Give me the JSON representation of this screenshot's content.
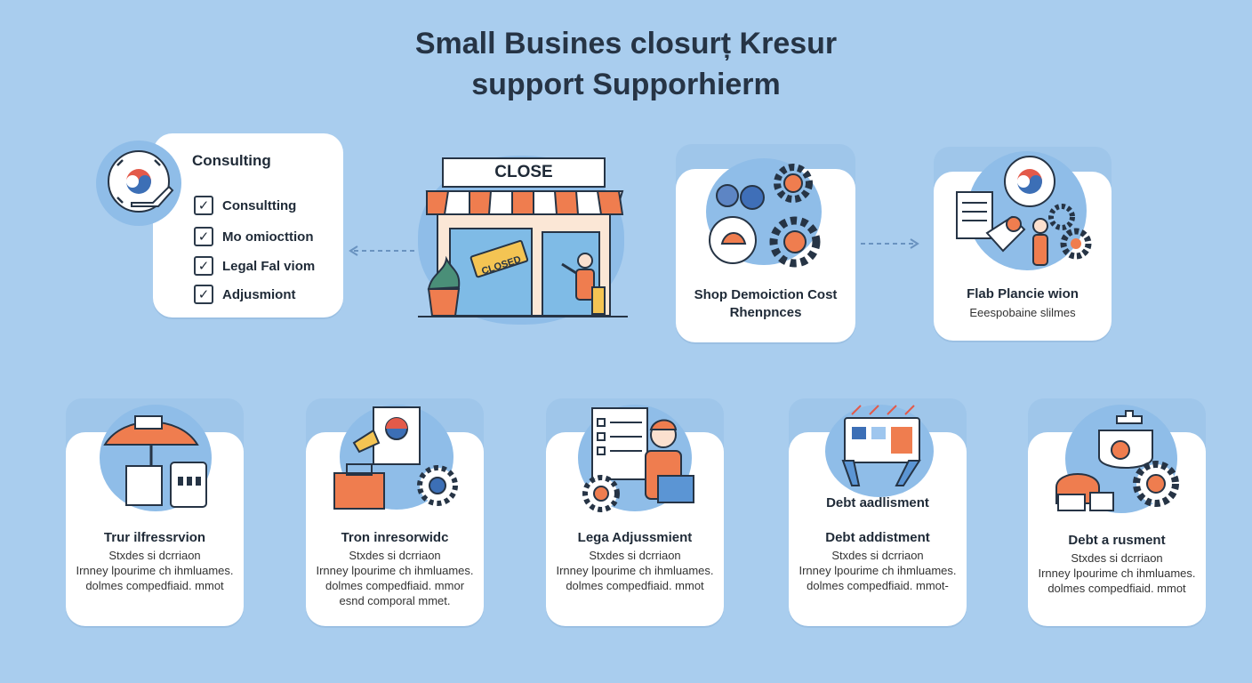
{
  "title": {
    "line1": "Small Busines closurț Kresur",
    "line2": "support Supporhierm"
  },
  "consulting": {
    "title": "Consulting",
    "items": [
      "Consultting",
      "Mo omiocttion",
      "Legal Fal viom",
      "Adjusmiont"
    ]
  },
  "shop": {
    "sign": "CLOSE",
    "hanging_sign": "CLOSED"
  },
  "top_cards": [
    {
      "title_line1": "Shop Demoiction Cost",
      "title_line2": "Rhenpnces"
    },
    {
      "title_line1": "Flab Plancie wion",
      "subtitle": "Eeespobaine slilmes"
    }
  ],
  "bottom_cards": [
    {
      "title": "Trur ilfressrvion",
      "lines": [
        "Stxdes si dcrriaon",
        "Irnney lpourime ch ihmluames.",
        "dolmes compedfiaid. mmot"
      ]
    },
    {
      "title": "Tron inresorwidc",
      "lines": [
        "Stxdes si dcrriaon",
        "Irnney lpourime ch ihmluames.",
        "dolmes compedfiaid. mmor",
        "esnd comporal mmet."
      ]
    },
    {
      "title": "Lega Adjussmient",
      "lines": [
        "Stxdes si dcrriaon",
        "Irnney lpourime ch ihmluames.",
        "dolmes compedfiaid. mmot"
      ]
    },
    {
      "title": "Debt addistment",
      "header": "Debt aadlisment",
      "lines": [
        "Stxdes si dcrriaon",
        "Irnney lpourime ch ihmluames.",
        "dolmes compedfiaid. mmot-"
      ]
    },
    {
      "title": "Debt a rusment",
      "lines": [
        "Stxdes si dcrriaon",
        "Irnney lpourime ch ihmluames.",
        "dolmes compedfiaid. mmot"
      ]
    }
  ],
  "colors": {
    "background": "#a9cdee",
    "accent": "#ef7d4f",
    "blob": "#8fbde8",
    "dark": "#263445"
  }
}
